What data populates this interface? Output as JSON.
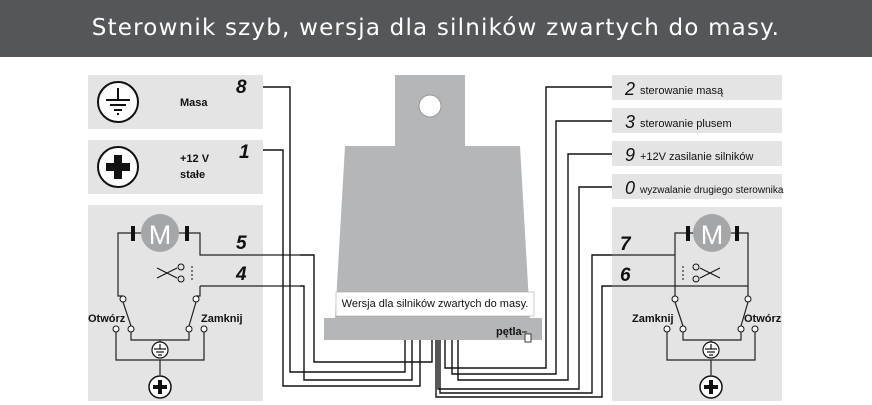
{
  "title": "Sterownik szyb, wersja dla silników zwartych do masy.",
  "left": {
    "masa": {
      "num": "8",
      "label": "Masa"
    },
    "plus12": {
      "num": "1",
      "label_line1": "+12 V",
      "label_line2": "stałe"
    },
    "motor": {
      "letter": "M",
      "otworz": "Otwórz",
      "zamknij": "Zamknij"
    },
    "wire5": "5",
    "wire4": "4"
  },
  "right": {
    "pins": [
      {
        "num": "2",
        "label": "sterowanie masą"
      },
      {
        "num": "3",
        "label": "sterowanie plusem"
      },
      {
        "num": "9",
        "label": "+12V zasilanie silników"
      },
      {
        "num": "0",
        "label": "wyzwalanie drugiego sterownika"
      }
    ],
    "motor": {
      "letter": "M",
      "zamknij": "Zamknij",
      "otworz": "Otwórz"
    },
    "wire7": "7",
    "wire6": "6"
  },
  "module": {
    "label": "Wersja dla silników zwartych do masy.",
    "petla": "pętla"
  }
}
